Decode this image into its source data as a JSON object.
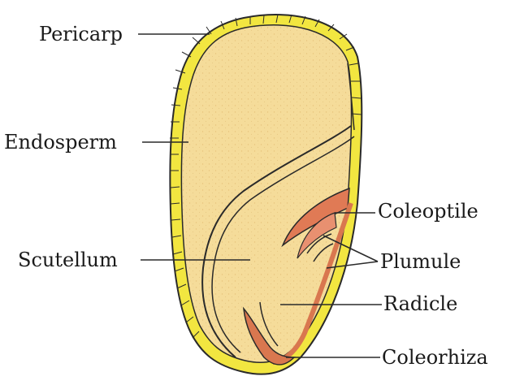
{
  "labels": {
    "pericarp": "Pericarp",
    "endosperm": "Endosperm",
    "scutellum": "Scutellum",
    "coleoptile": "Coleoptile",
    "plumule": "Plumule",
    "radicle": "Radicle",
    "coleorhiza": "Coleorhiza"
  },
  "colors": {
    "pericarp_band": "#f2e640",
    "endosperm_fill": "#f5dc9a",
    "embryo_fill": "#f7d89a",
    "coleoptile_fill": "#e07a55",
    "coleorhiza_fill": "#d9774f",
    "outline": "#2a2a2a"
  }
}
